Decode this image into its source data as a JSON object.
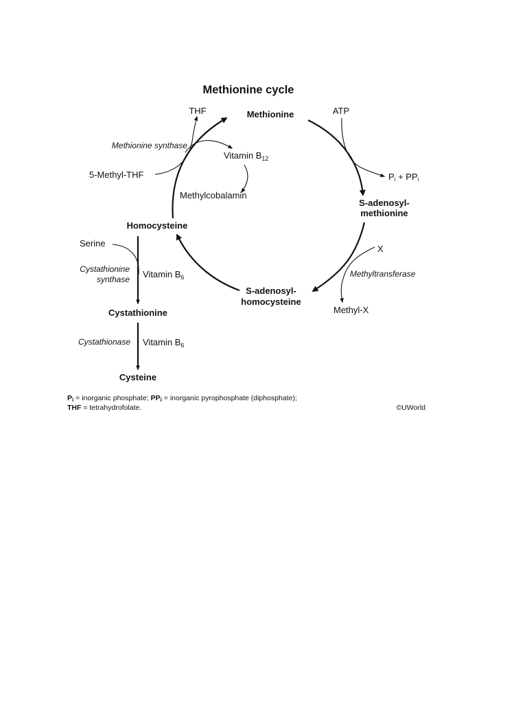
{
  "diagram": {
    "title": "Methionine cycle",
    "nodes": {
      "methionine": "Methionine",
      "sam_line1": "S-adenosyl-",
      "sam_line2": "methionine",
      "sah_line1": "S-adenosyl-",
      "sah_line2": "homocysteine",
      "homocysteine": "Homocysteine",
      "cystathionine": "Cystathionine",
      "cysteine": "Cysteine"
    },
    "cofactors": {
      "thf": "THF",
      "methyl_thf": "5-Methyl-THF",
      "vitamin_b12": "Vitamin B",
      "vitamin_b12_sub": "12",
      "methylcobalamin": "Methylcobalamin",
      "atp": "ATP",
      "pi": "P",
      "pi_sub": "i",
      "pi_plus": " + PP",
      "ppi_sub": "i",
      "x": "X",
      "methyl_x": "Methyl-X",
      "serine": "Serine",
      "vitamin_b6_1": "Vitamin B",
      "vitamin_b6_1_sub": "6",
      "vitamin_b6_2": "Vitamin B",
      "vitamin_b6_2_sub": "6"
    },
    "enzymes": {
      "methionine_synthase": "Methionine synthase",
      "methyltransferase": "Methyltransferase",
      "cystathionine_synthase_1": "Cystathionine",
      "cystathionine_synthase_2": "synthase",
      "cystathionase": "Cystathionase"
    },
    "footnote": {
      "pi_abbr": "P",
      "pi_abbr_sub": "i",
      "pi_def": " = inorganic phosphate; ",
      "ppi_abbr": "PP",
      "ppi_abbr_sub": "i",
      "ppi_def": " = inorganic pyrophosphate (diphosphate);",
      "thf_abbr": "THF",
      "thf_def": " = tetrahydrofolate."
    },
    "copyright": "©UWorld"
  }
}
